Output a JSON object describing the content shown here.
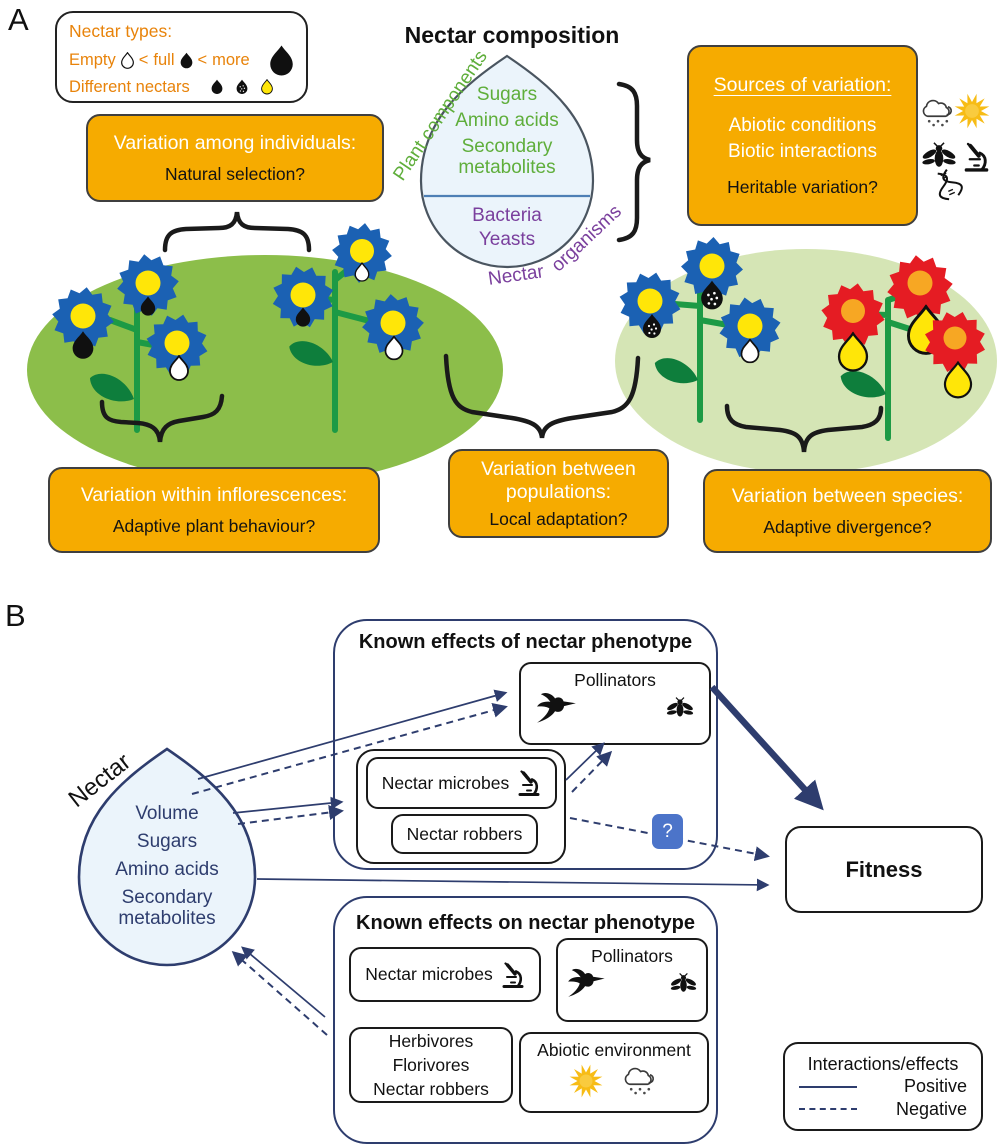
{
  "figure": {
    "panel_a_label": "A",
    "panel_b_label": "B"
  },
  "panel_a": {
    "title": "Nectar composition",
    "legend": {
      "title": "Nectar types:",
      "empty": "Empty",
      "lt1": "<",
      "full": "full",
      "lt2": "<",
      "more": "more",
      "different": "Different nectars"
    },
    "droplet": {
      "side_label": "Plant components",
      "line1": "Sugars",
      "line2": "Amino acids",
      "line3": "Secondary metabolites",
      "line4": "Bacteria",
      "line5": "Yeasts",
      "bottom_label_1": "Nectar",
      "bottom_label_2": "organisms"
    },
    "boxes": {
      "among": {
        "title": "Variation among individuals:",
        "question": "Natural selection?"
      },
      "sources": {
        "title": "Sources of variation:",
        "line1": "Abiotic conditions",
        "line2": "Biotic interactions",
        "question": "Heritable variation?"
      },
      "within": {
        "title": "Variation within inflorescences:",
        "question": "Adaptive plant behaviour?"
      },
      "populations": {
        "title": "Variation between populations:",
        "question": "Local adaptation?"
      },
      "species": {
        "title": "Variation between species:",
        "question": "Adaptive divergence?"
      }
    }
  },
  "panel_b": {
    "nectar_label": "Nectar",
    "droplet": {
      "line1": "Volume",
      "line2": "Sugars",
      "line3": "Amino acids",
      "line4": "Secondary metabolites"
    },
    "effects_of": {
      "title": "Known effects of nectar phenotype",
      "pollinators": "Pollinators",
      "microbes": "Nectar microbes",
      "robbers": "Nectar robbers"
    },
    "question_badge": "?",
    "fitness": "Fitness",
    "effects_on": {
      "title": "Known effects on nectar phenotype",
      "microbes": "Nectar microbes",
      "pollinators": "Pollinators",
      "herb1": "Herbivores",
      "herb2": "Florivores",
      "herb3": "Nectar robbers",
      "abiotic": "Abiotic environment"
    },
    "legend": {
      "title": "Interactions/effects",
      "positive": "Positive",
      "negative": "Negative"
    }
  },
  "colors": {
    "amber": "#F6AB00",
    "navy": "#2E3D6E",
    "green_text": "#5FAE3B",
    "purple_text": "#7A3F9D",
    "orange_text": "#E8830A",
    "flower_blue": "#1B61B3",
    "flower_red": "#E51C23",
    "flower_center_yellow": "#FFE608",
    "flower_center_orange": "#F7A723",
    "ellipse_left": "#8CBE4A",
    "ellipse_right": "#D5E5B5",
    "droplet_fill": "#EBF4FB",
    "badge_blue": "#4C74C9"
  },
  "icons": {
    "pollinators": [
      "hummingbird-icon",
      "bee-icon"
    ],
    "nectar_microbes": "microscope-icon",
    "abiotic_environment": [
      "sun-icon",
      "rain-cloud-icon"
    ],
    "sources_of_variation_side": [
      "rain-cloud-icon",
      "sun-icon",
      "bee-icon",
      "microscope-icon",
      "dna-icon"
    ],
    "nectar": "droplet-icon"
  }
}
